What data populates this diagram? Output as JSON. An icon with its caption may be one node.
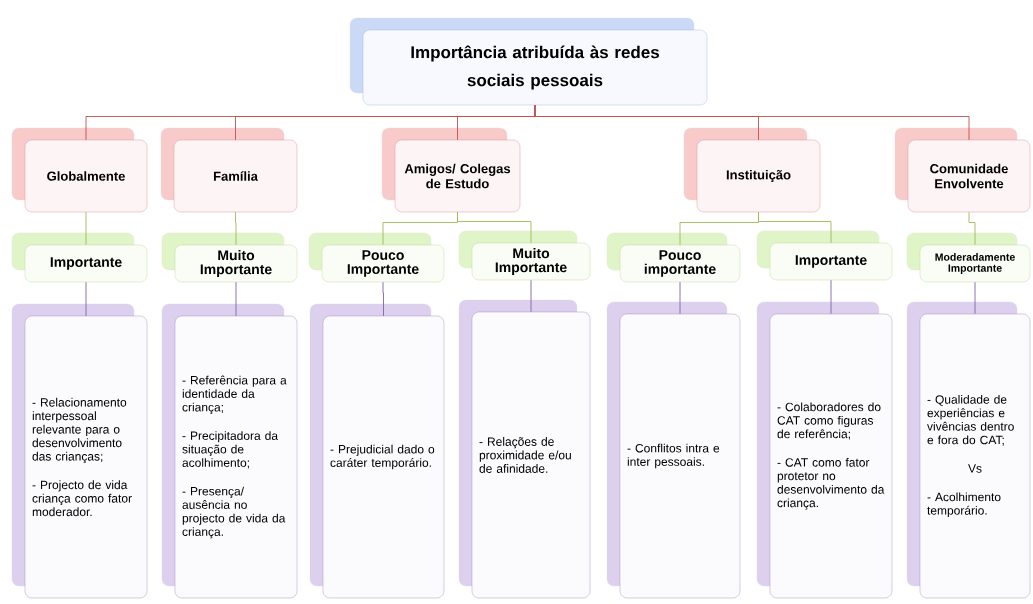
{
  "diagram": {
    "nodes": [
      {
        "text": [
          "Importância atribuída às redes sociais pessoais"
        ]
      },
      {
        "text": [
          "Globalmente"
        ]
      },
      {
        "text": [
          "Família"
        ]
      },
      {
        "text": [
          "Amigos/ Colegas de Estudo"
        ]
      },
      {
        "text": [
          "Instituição"
        ]
      },
      {
        "text": [
          "Comunidade Envolvente"
        ]
      },
      {
        "text": [
          "Importante"
        ]
      },
      {
        "text": [
          "Muito Importante"
        ]
      },
      {
        "text": [
          "Pouco Importante"
        ]
      },
      {
        "text": [
          "Muito Importante"
        ]
      },
      {
        "text": [
          "Pouco importante"
        ]
      },
      {
        "text": [
          "Importante"
        ]
      },
      {
        "text": [
          "Moderadamente Importante"
        ]
      },
      {
        "text": [
          "- Relacionamento interpessoal relevante para o desenvolvimento das crianças;",
          "- Projecto de vida criança como fator moderador."
        ]
      },
      {
        "text": [
          "- Referência para a identidade da criança;",
          "- Precipitadora da situação de acolhimento;",
          "- Presença/ ausência no projecto de vida da criança."
        ]
      },
      {
        "text": [
          "- Prejudicial dado o caráter temporário."
        ]
      },
      {
        "text": [
          "- Relações de proximidade e/ou de afinidade."
        ]
      },
      {
        "text": [
          "- Conflitos intra e inter pessoais."
        ]
      },
      {
        "text": [
          "- Colaboradores do CAT como figuras de referência;",
          "- CAT como fator protetor no desenvolvimento da criança."
        ]
      },
      {
        "text": [
          "- Qualidade de experiências e vivências dentro e fora do CAT;",
          "Vs",
          "- Acolhimento temporário."
        ]
      }
    ],
    "edges": [
      {
        "from": 0,
        "to": 1,
        "arrow": "none",
        "color": "#c0504d"
      },
      {
        "from": 0,
        "to": 2,
        "arrow": "none",
        "color": "#c0504d"
      },
      {
        "from": 0,
        "to": 3,
        "arrow": "none",
        "color": "#c0504d"
      },
      {
        "from": 0,
        "to": 4,
        "arrow": "none",
        "color": "#c0504d"
      },
      {
        "from": 0,
        "to": 5,
        "arrow": "none",
        "color": "#c0504d"
      },
      {
        "from": 1,
        "to": 6,
        "arrow": "none",
        "color": "#9bbb59"
      },
      {
        "from": 2,
        "to": 7,
        "arrow": "none",
        "color": "#9bbb59"
      },
      {
        "from": 3,
        "to": 8,
        "arrow": "none",
        "color": "#9bbb59"
      },
      {
        "from": 3,
        "to": 9,
        "arrow": "none",
        "color": "#9bbb59"
      },
      {
        "from": 4,
        "to": 10,
        "arrow": "none",
        "color": "#9bbb59"
      },
      {
        "from": 4,
        "to": 11,
        "arrow": "none",
        "color": "#9bbb59"
      },
      {
        "from": 5,
        "to": 12,
        "arrow": "none",
        "color": "#9bbb59"
      },
      {
        "from": 6,
        "to": 13,
        "arrow": "none",
        "color": "#8064a2"
      },
      {
        "from": 7,
        "to": 14,
        "arrow": "none",
        "color": "#8064a2"
      },
      {
        "from": 8,
        "to": 15,
        "arrow": "none",
        "color": "#8064a2"
      },
      {
        "from": 9,
        "to": 16,
        "arrow": "none",
        "color": "#8064a2"
      },
      {
        "from": 10,
        "to": 17,
        "arrow": "none",
        "color": "#8064a2"
      },
      {
        "from": 11,
        "to": 18,
        "arrow": "none",
        "color": "#8064a2"
      },
      {
        "from": 12,
        "to": 19,
        "arrow": "none",
        "color": "#8064a2"
      }
    ]
  }
}
